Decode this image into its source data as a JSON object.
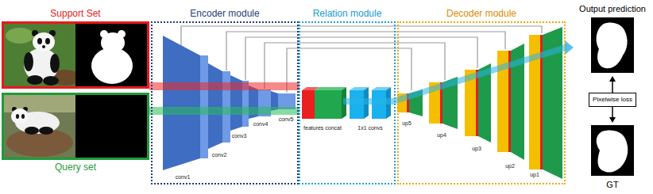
{
  "diagram": {
    "nodes": [
      {
        "text": [
          "Support Set"
        ]
      },
      {
        "text": [
          "Query set"
        ]
      },
      {
        "text": [
          "Encoder module"
        ]
      },
      {
        "text": [
          "Relation module"
        ]
      },
      {
        "text": [
          "features concat"
        ],
        "in": 3
      },
      {
        "text": [
          "1x1 convs"
        ],
        "in": 3
      },
      {
        "text": [
          "Decoder module"
        ]
      },
      {
        "text": [
          "Output prediction"
        ]
      },
      {
        "text": [
          "GT"
        ]
      }
    ],
    "edges": [
      {
        "from": 0,
        "to": 4,
        "arrow": "none"
      },
      {
        "from": 1,
        "to": 4,
        "arrow": "none"
      },
      {
        "from": 6,
        "to": 7,
        "arrow": "to"
      },
      {
        "from": 7,
        "to": 8,
        "label": "Pixelwise loss",
        "arrow": "both"
      }
    ],
    "labels": [
      "conv1",
      "conv2",
      "conv3",
      "conv4",
      "conv5",
      "up5",
      "up4",
      "up3",
      "up2",
      "up1"
    ]
  }
}
